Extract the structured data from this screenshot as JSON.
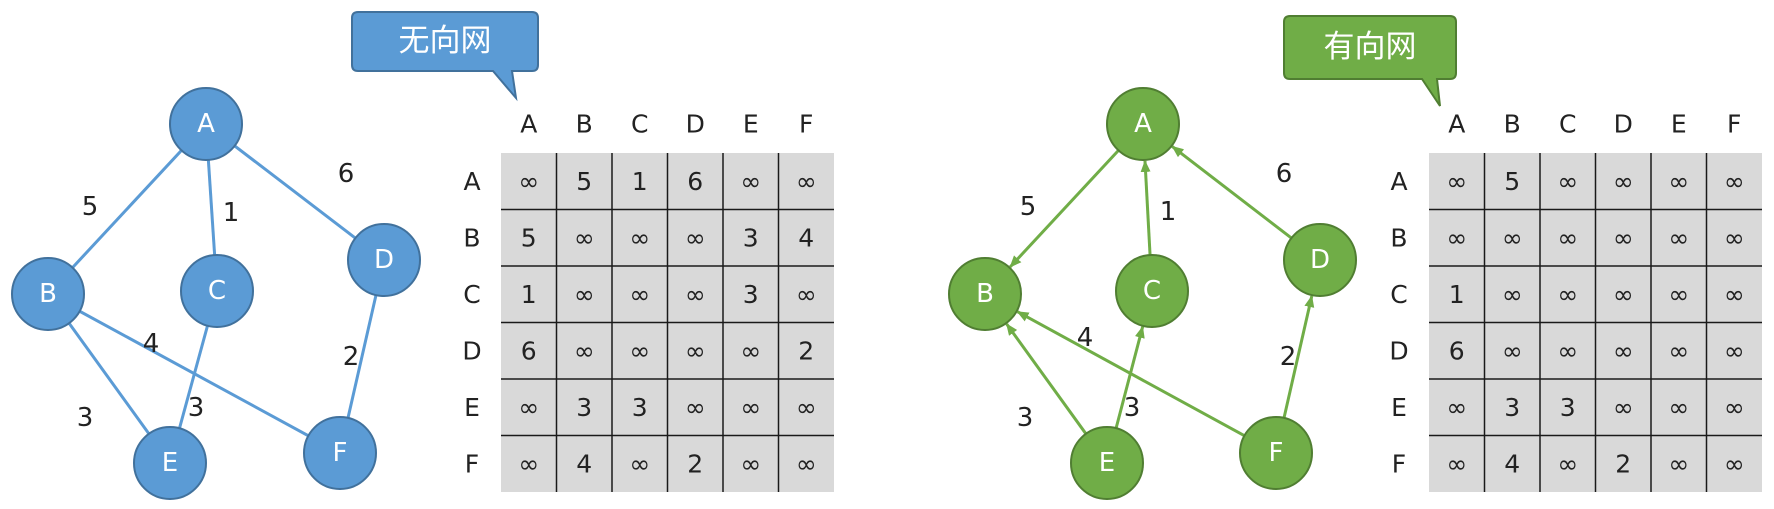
{
  "colors": {
    "undirected_fill": "#5b9bd5",
    "undirected_stroke": "#41719c",
    "undirected_edge": "#5b9bd5",
    "directed_fill": "#70ad47",
    "directed_stroke": "#507e32",
    "directed_edge": "#70ad47",
    "matrix_bg": "#d9d9d9",
    "matrix_line": "#1a1a1a"
  },
  "columns": [
    "A",
    "B",
    "C",
    "D",
    "E",
    "F"
  ],
  "rows": [
    "A",
    "B",
    "C",
    "D",
    "E",
    "F"
  ],
  "undirected": {
    "callout": "无向网",
    "nodes": [
      {
        "id": "A",
        "label": "A"
      },
      {
        "id": "B",
        "label": "B"
      },
      {
        "id": "C",
        "label": "C"
      },
      {
        "id": "D",
        "label": "D"
      },
      {
        "id": "E",
        "label": "E"
      },
      {
        "id": "F",
        "label": "F"
      }
    ],
    "edges": [
      {
        "from": "A",
        "to": "B",
        "weight": "5"
      },
      {
        "from": "A",
        "to": "C",
        "weight": "1"
      },
      {
        "from": "A",
        "to": "D",
        "weight": "6"
      },
      {
        "from": "B",
        "to": "E",
        "weight": "3"
      },
      {
        "from": "B",
        "to": "F",
        "weight": "4"
      },
      {
        "from": "C",
        "to": "E",
        "weight": "3"
      },
      {
        "from": "D",
        "to": "F",
        "weight": "2"
      }
    ],
    "matrix": [
      [
        "∞",
        "5",
        "1",
        "6",
        "∞",
        "∞"
      ],
      [
        "5",
        "∞",
        "∞",
        "∞",
        "3",
        "4"
      ],
      [
        "1",
        "∞",
        "∞",
        "∞",
        "3",
        "∞"
      ],
      [
        "6",
        "∞",
        "∞",
        "∞",
        "∞",
        "2"
      ],
      [
        "∞",
        "3",
        "3",
        "∞",
        "∞",
        "∞"
      ],
      [
        "∞",
        "4",
        "∞",
        "2",
        "∞",
        "∞"
      ]
    ]
  },
  "directed": {
    "callout": "有向网",
    "nodes": [
      {
        "id": "A",
        "label": "A"
      },
      {
        "id": "B",
        "label": "B"
      },
      {
        "id": "C",
        "label": "C"
      },
      {
        "id": "D",
        "label": "D"
      },
      {
        "id": "E",
        "label": "E"
      },
      {
        "id": "F",
        "label": "F"
      }
    ],
    "edges": [
      {
        "from": "A",
        "to": "B",
        "weight": "5"
      },
      {
        "from": "C",
        "to": "A",
        "weight": "1"
      },
      {
        "from": "D",
        "to": "A",
        "weight": "6"
      },
      {
        "from": "E",
        "to": "B",
        "weight": "3"
      },
      {
        "from": "F",
        "to": "B",
        "weight": "4"
      },
      {
        "from": "E",
        "to": "C",
        "weight": "3"
      },
      {
        "from": "F",
        "to": "D",
        "weight": "2"
      }
    ],
    "matrix": [
      [
        "∞",
        "5",
        "∞",
        "∞",
        "∞",
        "∞"
      ],
      [
        "∞",
        "∞",
        "∞",
        "∞",
        "∞",
        "∞"
      ],
      [
        "1",
        "∞",
        "∞",
        "∞",
        "∞",
        "∞"
      ],
      [
        "6",
        "∞",
        "∞",
        "∞",
        "∞",
        "∞"
      ],
      [
        "∞",
        "3",
        "3",
        "∞",
        "∞",
        "∞"
      ],
      [
        "∞",
        "4",
        "∞",
        "2",
        "∞",
        "∞"
      ]
    ]
  }
}
